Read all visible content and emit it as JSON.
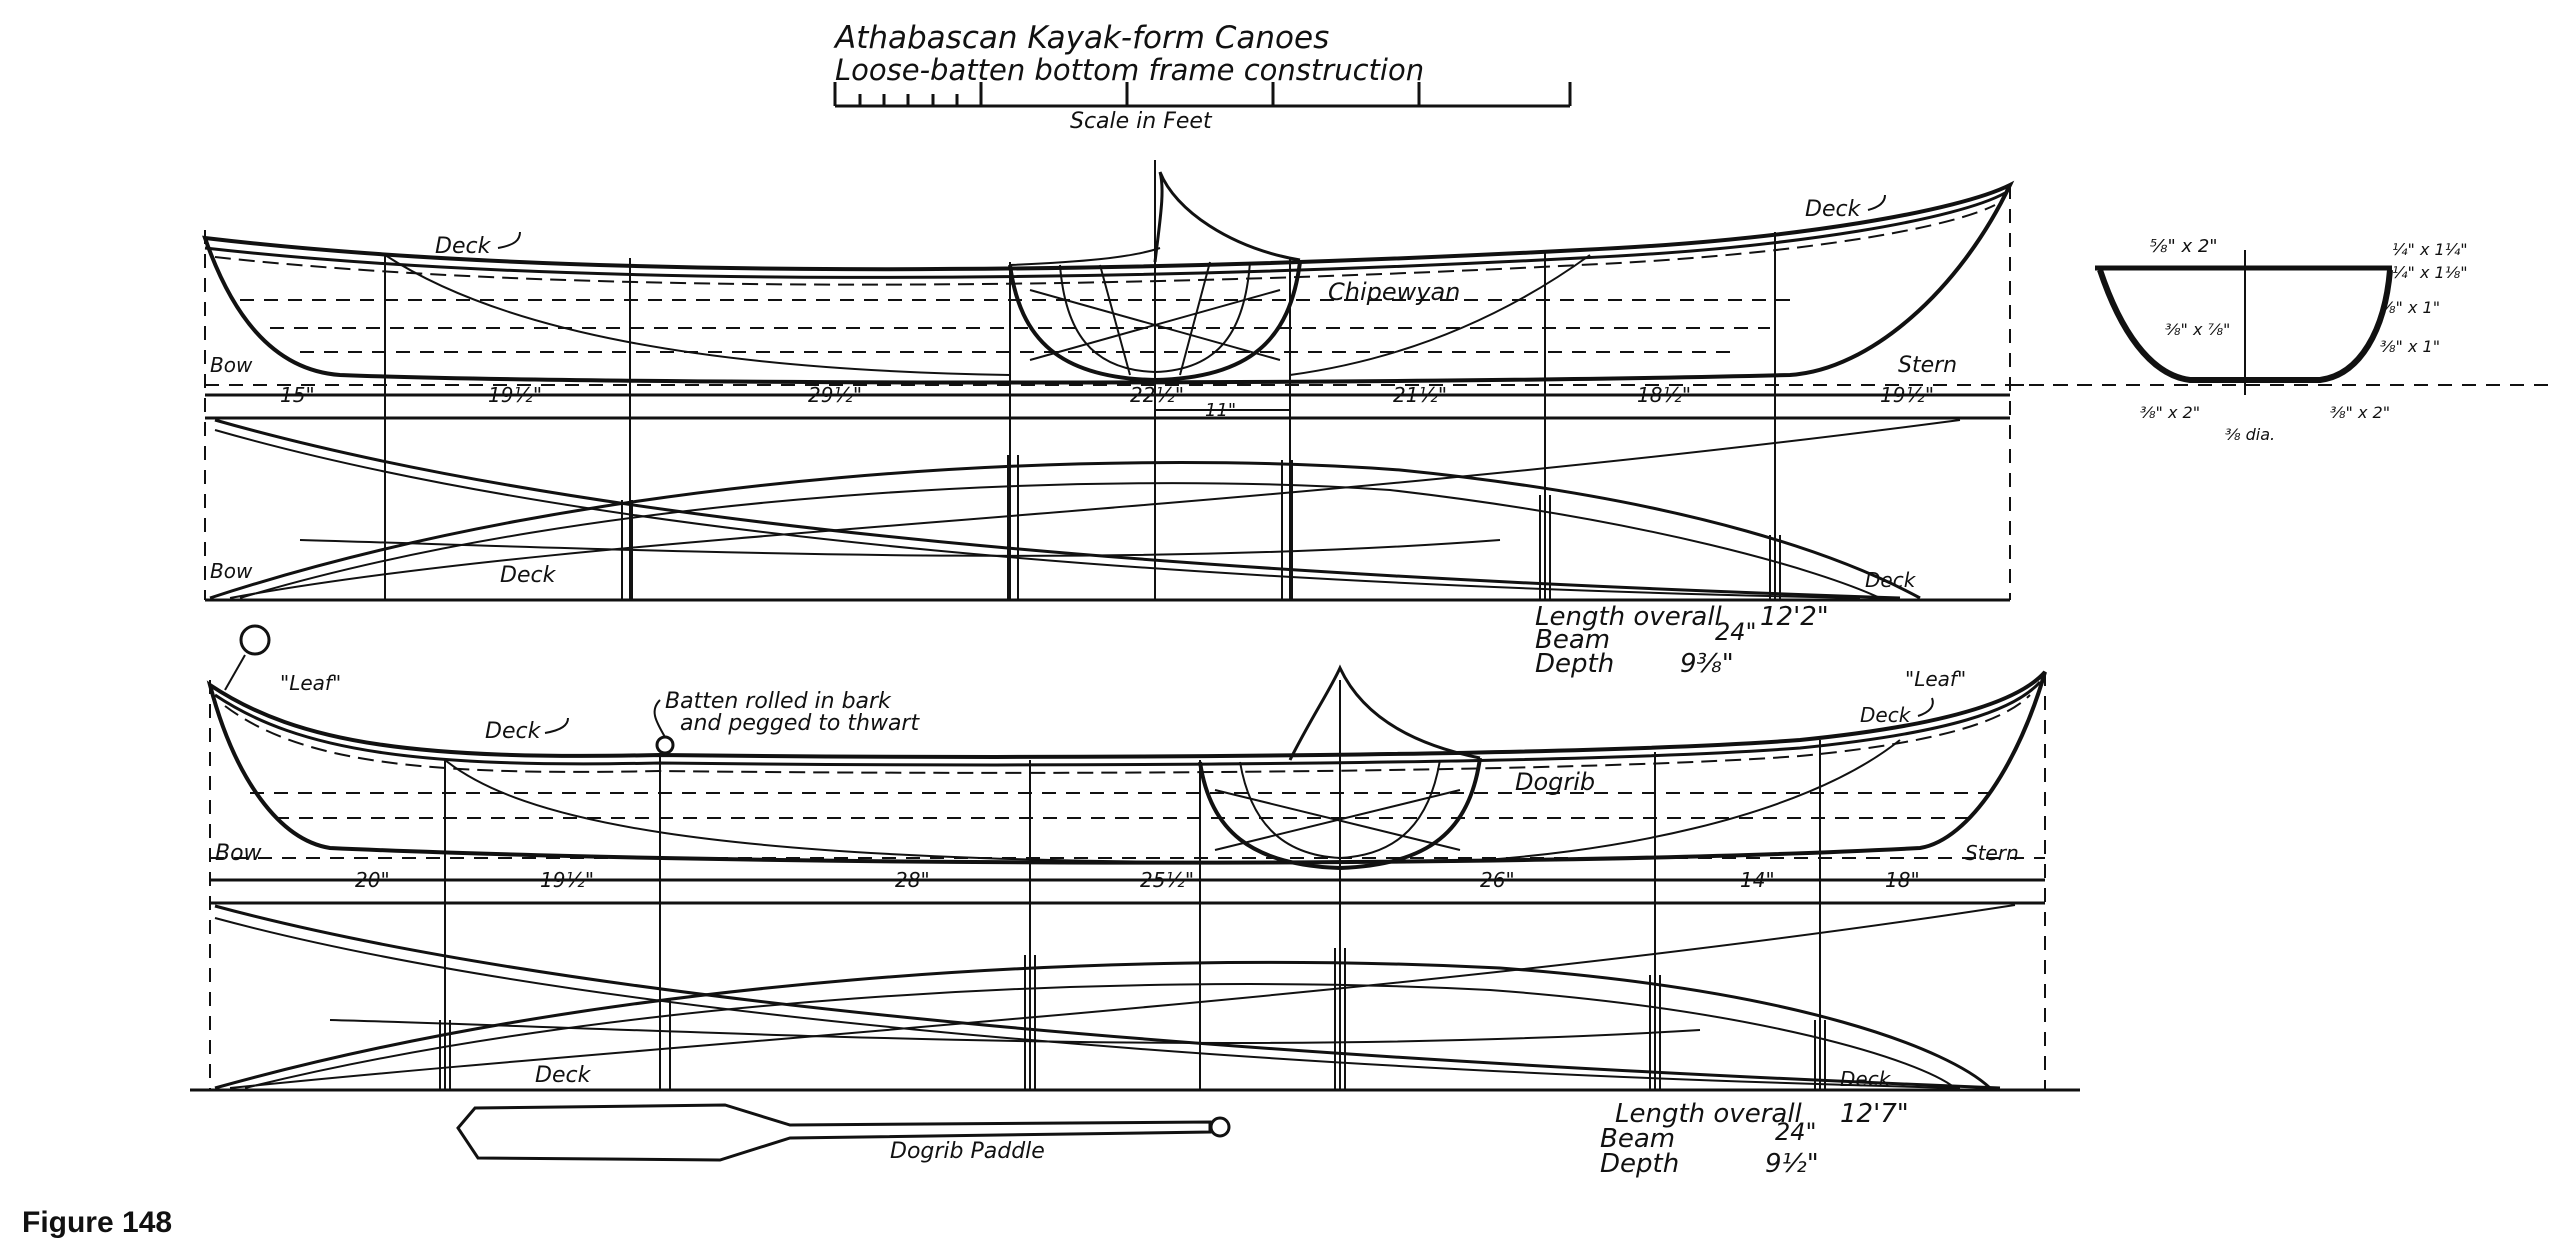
{
  "title": {
    "line1": "Athabascan Kayak-form Canoes",
    "line2": "Loose-batten bottom frame construction",
    "scale_label": "Scale in Feet"
  },
  "chipewyan": {
    "name": "Chipewyan",
    "bow_label": "Bow",
    "stern_label": "Stern",
    "deck_label": "Deck",
    "stations": [
      "15\"",
      "19½\"",
      "29½\"",
      "22½\"",
      "21½\"",
      "18½\"",
      "19½\""
    ],
    "frame_width": "11\"",
    "plan_bow_label": "Bow",
    "plan_deck_label": "Deck",
    "specs": {
      "length_label": "Length overall",
      "length": "12'2\"",
      "beam_label": "Beam",
      "beam": "24\"",
      "depth_label": "Depth",
      "depth": "9⅜\""
    }
  },
  "section": {
    "labels": [
      "⅝\" x 2\"",
      "¼\" x 1¼\"",
      "¼\" x 1⅛\"",
      "⅛\" x 1\"",
      "⅜\" x ⅞\"",
      "⅜\" x 1\"",
      "⅜\" x 2\"",
      "⅜ dia.",
      "⅜\" x 2\""
    ]
  },
  "dogrib": {
    "name": "Dogrib",
    "bow_label": "Bow",
    "stern_label": "Stern",
    "deck_label": "Deck",
    "leaf_label": "\"Leaf\"",
    "batten_note_line1": "Batten rolled in bark",
    "batten_note_line2": "and pegged to thwart",
    "stations": [
      "20\"",
      "19½\"",
      "28\"",
      "25½\"",
      "26\"",
      "14\"",
      "18\""
    ],
    "plan_deck_label": "Deck",
    "specs": {
      "length_label": "Length overall",
      "length": "12'7\"",
      "beam_label": "Beam",
      "beam": "24\"",
      "depth_label": "Depth",
      "depth": "9½\""
    }
  },
  "paddle_label": "Dogrib Paddle",
  "figure_caption": "Figure 148"
}
